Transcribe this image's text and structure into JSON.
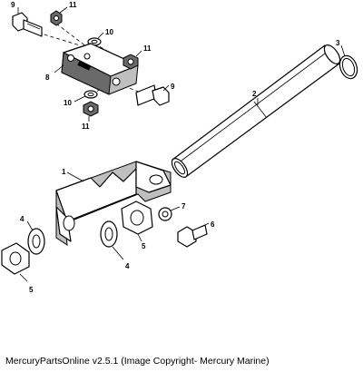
{
  "caption": "MercuryPartsOnline v2.5.1 (Image Copyright- Mercury Marine)",
  "callouts": [
    {
      "id": "c9a",
      "label": "9"
    },
    {
      "id": "c11a",
      "label": "11"
    },
    {
      "id": "c10a",
      "label": "10"
    },
    {
      "id": "c11b",
      "label": "11"
    },
    {
      "id": "c8",
      "label": "8"
    },
    {
      "id": "c9b",
      "label": "9"
    },
    {
      "id": "c10b",
      "label": "10"
    },
    {
      "id": "c11c",
      "label": "11"
    },
    {
      "id": "c3",
      "label": "3"
    },
    {
      "id": "c2",
      "label": "2"
    },
    {
      "id": "c1",
      "label": "1"
    },
    {
      "id": "c7",
      "label": "7"
    },
    {
      "id": "c6",
      "label": "6"
    },
    {
      "id": "c4a",
      "label": "4"
    },
    {
      "id": "c5a",
      "label": "5"
    },
    {
      "id": "c4b",
      "label": "4"
    },
    {
      "id": "c5b",
      "label": "5"
    }
  ]
}
